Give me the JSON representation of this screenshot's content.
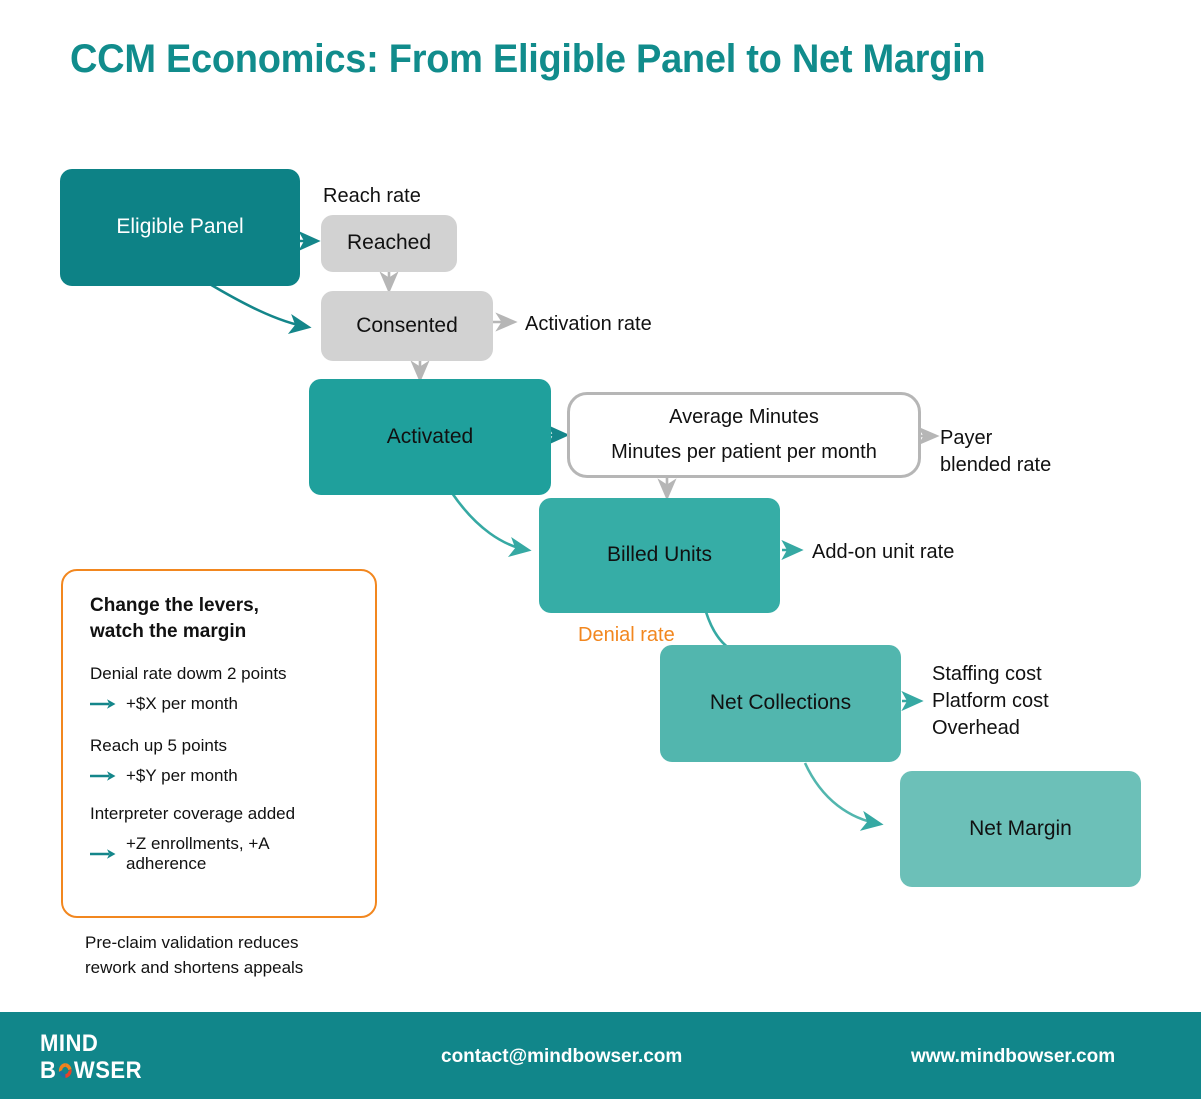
{
  "title": "CCM Economics: From Eligible Panel to Net Margin",
  "colors": {
    "brand_teal": "#118C8C",
    "node_teal_dark": "#0d8286",
    "node_grey": "#d2d2d2",
    "accent_orange": "#F2871F",
    "footer_bg": "#11868A",
    "arrow_teal": "#1b8a8a",
    "arrow_grey": "#b6b6b6"
  },
  "nodes": {
    "eligible_panel": "Eligible Panel",
    "reached": "Reached",
    "consented": "Consented",
    "activated": "Activated",
    "avg_minutes_line1": "Average Minutes",
    "avg_minutes_line2": "Minutes per patient per month",
    "billed_units": "Billed Units",
    "net_collections": "Net Collections",
    "net_margin": "Net Margin"
  },
  "edge_labels": {
    "reach_rate": "Reach rate",
    "activation_rate": "Activation rate",
    "payer_blended_rate": "Payer\nblended rate",
    "addon_unit_rate": "Add-on unit rate",
    "denial_rate": "Denial rate",
    "costs": "Staffing cost\nPlatform cost\nOverhead"
  },
  "callout": {
    "heading": "Change the levers,\nwatch the margin",
    "levers": [
      {
        "title": "Denial rate dowm 2 points",
        "result": "+$X per month"
      },
      {
        "title": "Reach up 5 points",
        "result": "+$Y per month"
      },
      {
        "title": "Interpreter coverage added",
        "result": "+Z enrollments, +A adherence"
      }
    ]
  },
  "footnote": "Pre-claim validation reduces\nrework and shortens appeals",
  "footer": {
    "logo_top": "MIND",
    "logo_bottom_before": "B",
    "logo_bottom_after": "WSER",
    "email": "contact@mindbowser.com",
    "website": "www.mindbowser.com"
  }
}
